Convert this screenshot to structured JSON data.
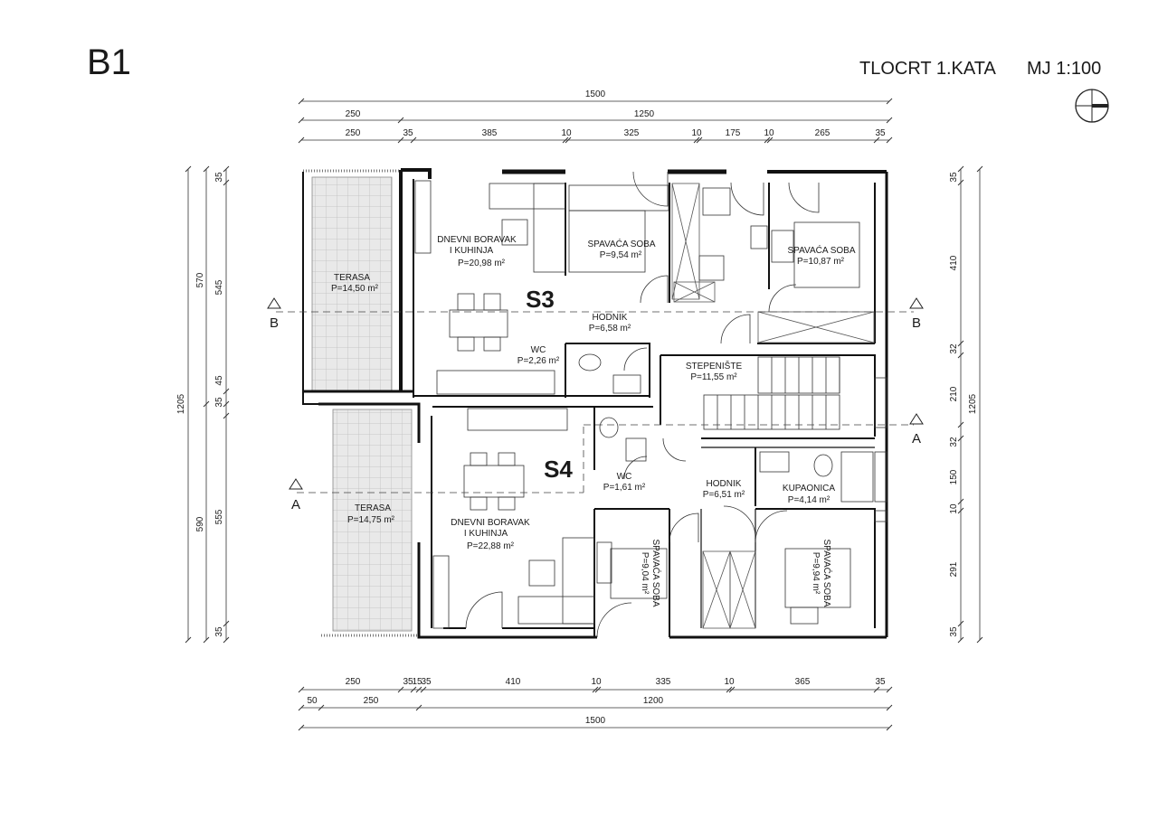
{
  "header": {
    "building": "B1",
    "title": "TLOCRT 1.KATA",
    "scale": "MJ 1:100"
  },
  "dimensions": {
    "top": {
      "total": "1500",
      "row2": [
        "250",
        "1250"
      ],
      "row3": [
        "250",
        "35",
        "385",
        "10",
        "325",
        "10",
        "175",
        "10",
        "265",
        "35"
      ]
    },
    "bottom": {
      "row1": [
        "250",
        "35",
        "15",
        "35",
        "410",
        "10",
        "335",
        "10",
        "365",
        "35"
      ],
      "row2": [
        "50",
        "250",
        "1200"
      ],
      "total": "1500"
    },
    "left": {
      "outer": "1205",
      "mid": [
        "570",
        "590"
      ],
      "inner": [
        "35",
        "545",
        "45",
        "35",
        "555",
        "35"
      ]
    },
    "right": {
      "outer": "1205",
      "inner": [
        "35",
        "410",
        "32",
        "210",
        "32",
        "150",
        "10",
        "291",
        "35"
      ]
    }
  },
  "sections": {
    "b_left": "B",
    "b_right": "B",
    "a_left": "A",
    "a_right": "A"
  },
  "units": {
    "s3": {
      "label": "S3",
      "color": "#5b7fb8"
    },
    "s4": {
      "label": "S4",
      "color": "#f0be1e"
    }
  },
  "rooms": [
    {
      "name": "TERASA",
      "area": "P=14,50 m²"
    },
    {
      "name": "DNEVNI BORAVAK",
      "name2": "I KUHINJA",
      "area": "P=20,98 m²"
    },
    {
      "name": "SPAVAĆA SOBA",
      "area": "P=9,54 m²"
    },
    {
      "name": "SPAVAĆA SOBA",
      "area": "P=10,87 m²"
    },
    {
      "name": "HODNIK",
      "area": "P=6,58 m²"
    },
    {
      "name": "WC",
      "area": "P=2,26 m²"
    },
    {
      "name": "STEPENIŠTE",
      "area": "P=11,55 m²"
    },
    {
      "name": "TERASA",
      "area": "P=14,75 m²"
    },
    {
      "name": "DNEVNI BORAVAK",
      "name2": "I KUHINJA",
      "area": "P=22,88 m²"
    },
    {
      "name": "WC",
      "area": "P=1,61 m²"
    },
    {
      "name": "HODNIK",
      "area": "P=6,51 m²"
    },
    {
      "name": "KUPAONICA",
      "area": "P=4,14 m²"
    },
    {
      "name": "SPAVAĆA SOBA",
      "area": "P=9,04 m²"
    },
    {
      "name": "SPAVAĆA SOBA",
      "area": "P=9,94 m²"
    }
  ]
}
